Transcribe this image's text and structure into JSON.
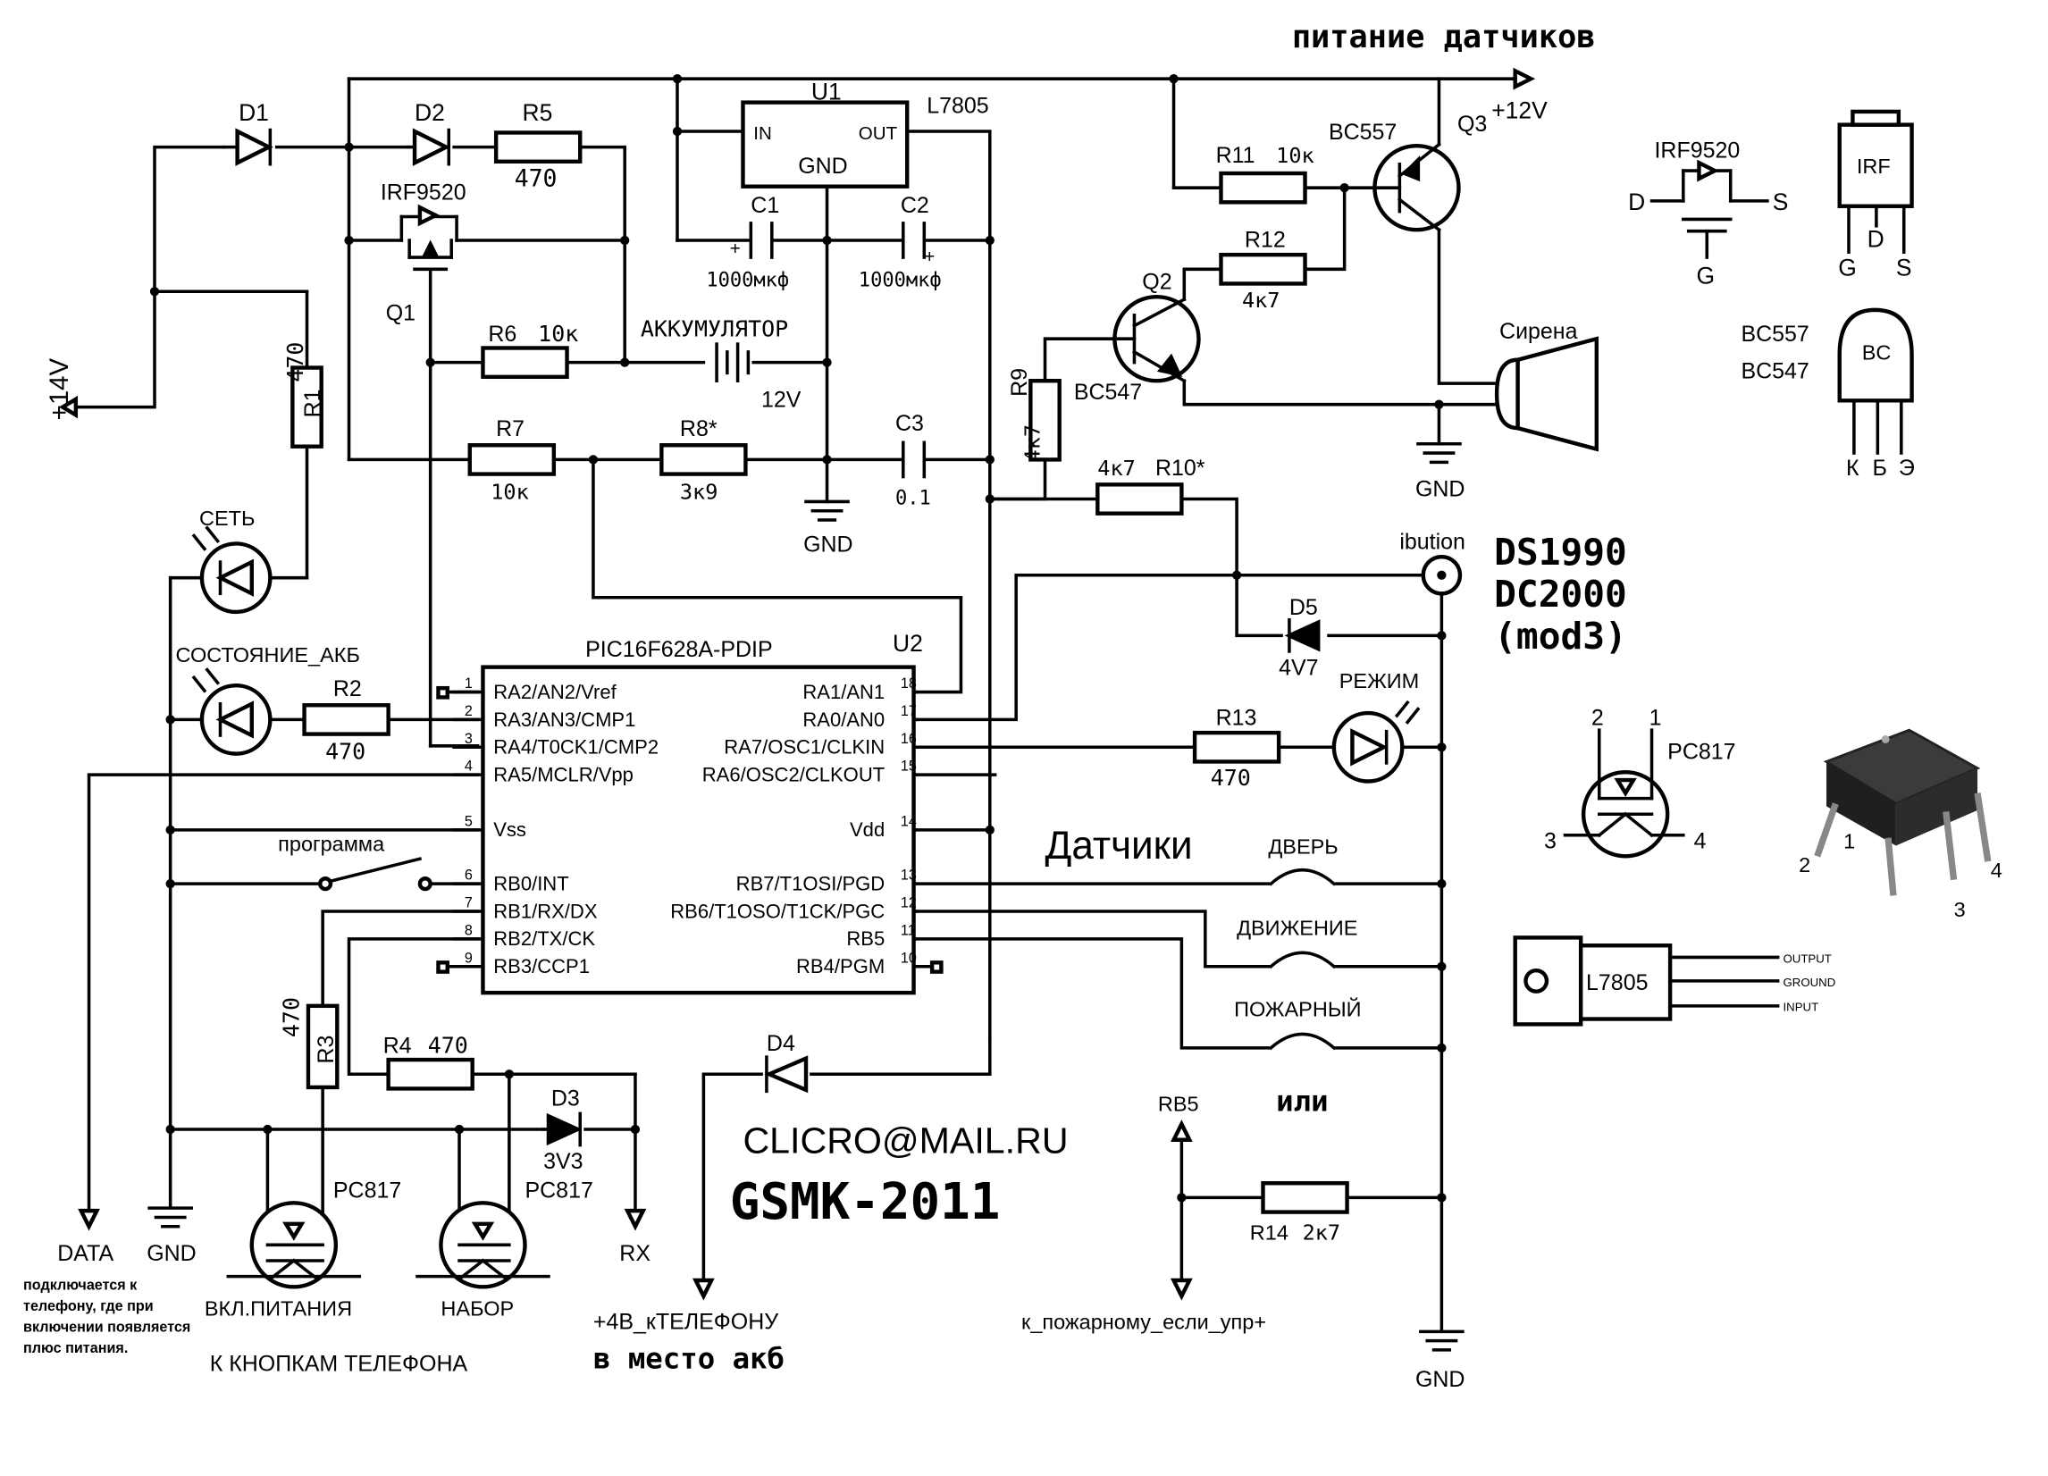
{
  "title": "питание датчиков",
  "supply": {
    "v14": "+14V",
    "v12": "+12V",
    "gnd": "GND"
  },
  "u1": {
    "ref": "U1",
    "part": "L7805",
    "in": "IN",
    "out": "OUT",
    "gnd": "GND"
  },
  "caps": {
    "c1": "C1",
    "c1v": "1000мкф",
    "c2": "C2",
    "c2v": "1000мкф",
    "c3": "C3",
    "c3v": "0.1"
  },
  "diodes": {
    "d1": "D1",
    "d2": "D2",
    "d3": "D3",
    "d3v": "3V3",
    "d4": "D4",
    "d5": "D5",
    "d5v": "4V7"
  },
  "res": {
    "r1": "R1",
    "r1v": "470",
    "r2": "R2",
    "r2v": "470",
    "r3": "R3",
    "r3v": "470",
    "r4": "R4",
    "r4v": "470",
    "r5": "R5",
    "r5v": "470",
    "r6": "R6",
    "r6v": "10к",
    "r7": "R7",
    "r7v": "10к",
    "r8": "R8*",
    "r8v": "3к9",
    "r9": "R9",
    "r9v": "4к7",
    "r10": "R10*",
    "r10v": "4к7",
    "r11": "R11",
    "r11v": "10к",
    "r12": "R12",
    "r12v": "4к7",
    "r13": "R13",
    "r13v": "470",
    "r14": "R14",
    "r14v": "2к7"
  },
  "q1": {
    "ref": "Q1",
    "part": "IRF9520"
  },
  "q2": {
    "ref": "Q2",
    "part": "BC547"
  },
  "q3": {
    "ref": "Q3",
    "part": "BC557"
  },
  "battery": {
    "label": "АККУМУЛЯТОР",
    "v": "12V"
  },
  "siren": "Сирена",
  "ibutton": {
    "label": "ibution",
    "l1": "DS1990",
    "l2": "DC2000",
    "l3": "(mod3)"
  },
  "leds": {
    "set": "СЕТЬ",
    "akb": "СОСТОЯНИЕ_АКБ",
    "mode": "РЕЖИМ"
  },
  "mcu": {
    "ref": "U2",
    "part": "PIC16F628A-PDIP",
    "left": [
      {
        "n": "1",
        "name": "RA2/AN2/Vref"
      },
      {
        "n": "2",
        "name": "RA3/AN3/CMP1"
      },
      {
        "n": "3",
        "name": "RA4/T0CK1/CMP2"
      },
      {
        "n": "4",
        "name": "RA5/MCLR/Vpp"
      },
      {
        "n": "5",
        "name": "Vss"
      },
      {
        "n": "6",
        "name": "RB0/INT"
      },
      {
        "n": "7",
        "name": "RB1/RX/DX"
      },
      {
        "n": "8",
        "name": "RB2/TX/CK"
      },
      {
        "n": "9",
        "name": "RB3/CCP1"
      }
    ],
    "right": [
      {
        "n": "18",
        "name": "RA1/AN1"
      },
      {
        "n": "17",
        "name": "RA0/AN0"
      },
      {
        "n": "16",
        "name": "RA7/OSC1/CLKIN"
      },
      {
        "n": "15",
        "name": "RA6/OSC2/CLKOUT"
      },
      {
        "n": "14",
        "name": "Vdd"
      },
      {
        "n": "13",
        "name": "RB7/T1OSI/PGD"
      },
      {
        "n": "12",
        "name": "RB6/T1OSO/T1CK/PGC"
      },
      {
        "n": "11",
        "name": "RB5"
      },
      {
        "n": "10",
        "name": "RB4/PGM"
      }
    ]
  },
  "prog": "программа",
  "sensors": {
    "title": "Датчики",
    "door": "ДВЕРЬ",
    "motion": "ДВИЖЕНИЕ",
    "fire": "ПОЖАРНЫЙ",
    "or": "или",
    "rb5": "RB5",
    "fire_note": "к_пожарному_если_упр+"
  },
  "phone": {
    "pc1": "PC817",
    "pc2": "PC817",
    "power": "ВКЛ.ПИТАНИЯ",
    "dial": "НАБОР",
    "buttons": "К КНОПКАМ ТЕЛЕФОНА",
    "data": "DATA",
    "gnd": "GND",
    "rx": "RX",
    "plus4": "+4В_кТЕЛЕФОНУ",
    "instead": "в место акб",
    "note1": "подключается к",
    "note2": "телефону, где при",
    "note3": "включении появляется",
    "note4": "плюс питания."
  },
  "author": {
    "email": "CLICRO@MAIL.RU",
    "name": "GSMK-2011"
  },
  "legend": {
    "irf_part": "IRF9520",
    "irf_d": "D",
    "irf_s": "S",
    "irf_g": "G",
    "irf_pkg": "IRF",
    "irf_pg": "G",
    "irf_pd": "D",
    "irf_ps": "S",
    "bc557": "BC557",
    "bc547": "BC547",
    "bc": "BC",
    "bc_k": "К",
    "bc_b": "Б",
    "bc_e": "Э",
    "pc817": "PC817",
    "p1": "1",
    "p2": "2",
    "p3": "3",
    "p4": "4",
    "pk1": "1",
    "pk2": "2",
    "pk3": "3",
    "pk4": "4",
    "l7805": "L7805",
    "output": "OUTPUT",
    "ground": "GROUND",
    "input": "INPUT"
  }
}
